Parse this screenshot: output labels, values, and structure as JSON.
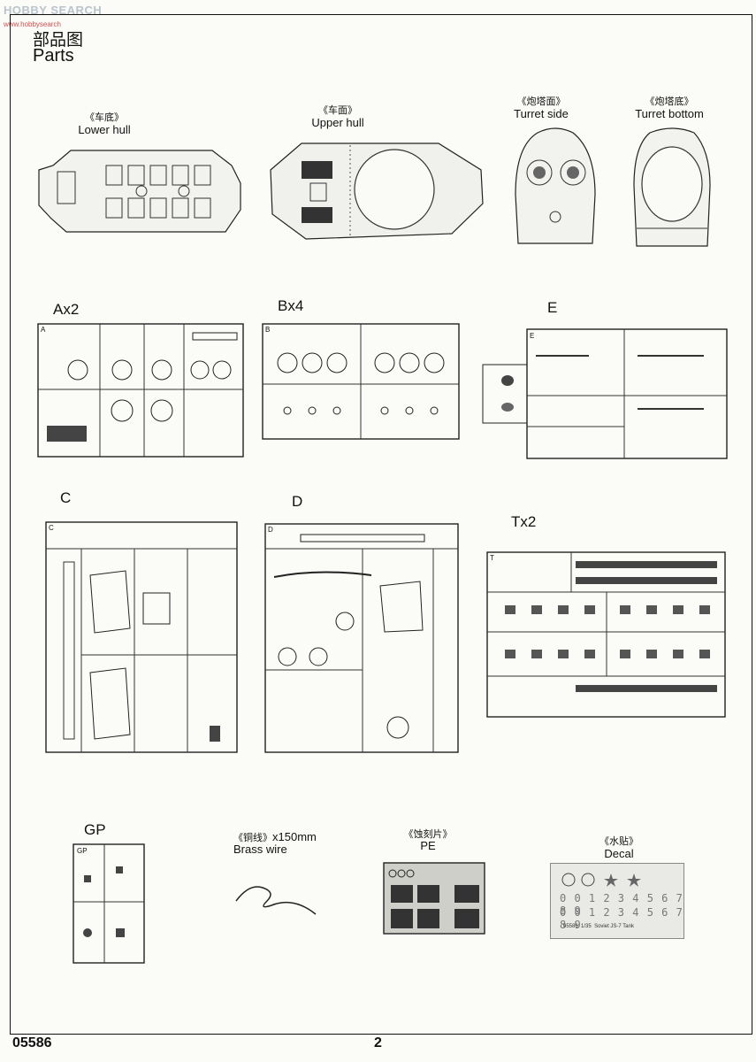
{
  "watermark": {
    "text": "HOBBY SEARCH",
    "sub": "www.hobbysearch"
  },
  "header": {
    "title_cn": "部品图",
    "title_en": "Parts"
  },
  "hull": {
    "lower": {
      "cn": "《车底》",
      "en": "Lower hull"
    },
    "upper": {
      "cn": "《车面》",
      "en": "Upper hull"
    },
    "turret_side": {
      "cn": "《炮塔面》",
      "en": "Turret side"
    },
    "turret_bottom": {
      "cn": "《炮塔底》",
      "en": "Turret bottom"
    }
  },
  "sprues": {
    "A": {
      "label": "Ax2",
      "tag": "A"
    },
    "B": {
      "label": "Bx4",
      "tag": "B"
    },
    "E": {
      "label": "E",
      "tag": "E"
    },
    "C": {
      "label": "C",
      "tag": "C"
    },
    "D": {
      "label": "D",
      "tag": "D"
    },
    "T": {
      "label": "Tx2",
      "tag": "T"
    },
    "GP": {
      "label": "GP",
      "tag": "GP"
    }
  },
  "extras": {
    "wire": {
      "cn": "《铜线》",
      "size": "x150mm",
      "en": "Brass wire"
    },
    "pe": {
      "cn": "《蚀刻片》",
      "en": "PE"
    },
    "decal": {
      "cn": "《水贴》",
      "en": "Decal",
      "numbers": "0 0 1 2 3 4 5 6 7 8 9",
      "code": "05586",
      "scale": "1/35",
      "name": "Soviet JS-7 Tank"
    }
  },
  "footer": {
    "code": "05586",
    "page": "2"
  }
}
